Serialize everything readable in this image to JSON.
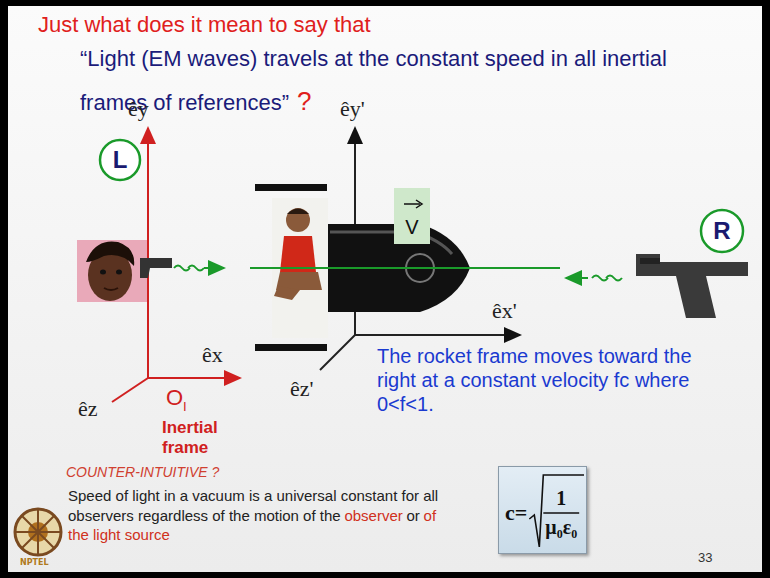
{
  "diagram": {
    "nodes": [
      {
        "text": [
          "L"
        ]
      },
      {
        "text": [
          "V"
        ]
      },
      {
        "text": [
          "R"
        ]
      },
      {
        "text": [
          "c=",
          "1",
          "μ₀ε₀"
        ]
      }
    ],
    "labels": [
      "Just what does it mean to say that",
      "“Light (EM waves) travels at the constant speed in all inertial frames of references”",
      "?",
      "êy",
      "êx",
      "êz",
      "O",
      "I",
      "Inertial frame",
      "êy'",
      "êx'",
      "êz'",
      "The rocket frame moves toward the right at a constant velocity fc where 0<f<1.",
      "COUNTER-INTUITIVE ?",
      "Speed of light in a vacuum is a universal constant for all observers regardless of the motion of the",
      "observer",
      "or",
      "of the light source",
      "33",
      "NPTEL"
    ]
  }
}
